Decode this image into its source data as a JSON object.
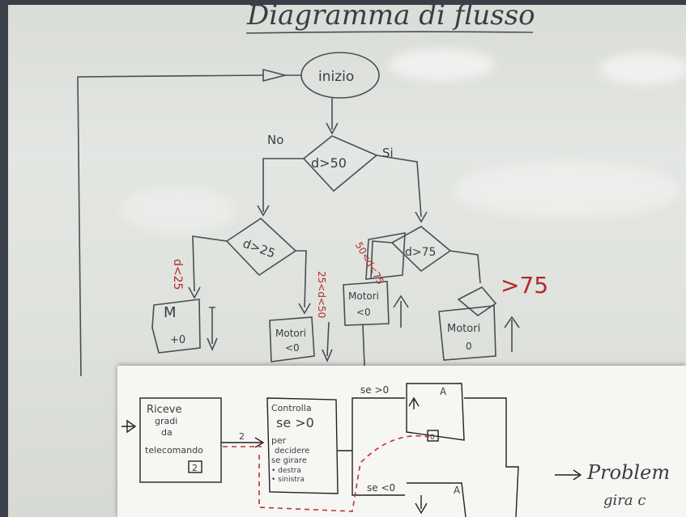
{
  "whiteboard": {
    "title": "Diagramma di flusso",
    "start": "inizio",
    "decision_main": "d>50",
    "branch_no": "No",
    "branch_yes": "Si",
    "decision_left": "d>25",
    "decision_right": "d>75",
    "label_left_low": "d<25",
    "label_left_mid": "25<d<50",
    "label_mid": "50<d<75",
    "label_right_high": ">75",
    "motor_left": "M",
    "motor_left_sub": "+0",
    "motor_mid": "Motori",
    "motor_mid_sub": "<0",
    "motor_center": "Motori",
    "motor_center_sub": "<0",
    "motor_right": "Motori",
    "motor_right_sub": "0"
  },
  "paper": {
    "box1_line1": "Riceve",
    "box1_line2": "gradi",
    "box1_line3": "da",
    "box1_line4": "telecomando",
    "box1_num": "2",
    "arrow_num": "2",
    "box2_line1": "Controlla",
    "box2_line2": "se >0",
    "box2_line3": "per",
    "box2_line4": "decidere",
    "box2_line5": "se girare",
    "box2_line6": "• destra",
    "box2_line7": "• sinistra",
    "branch_top": "se >0",
    "branch_bottom": "se <0",
    "motor_a_top": "A",
    "motor_a_bottom": "A",
    "small_box": "0",
    "note_line1": "Problem",
    "note_line2": "gira c"
  }
}
